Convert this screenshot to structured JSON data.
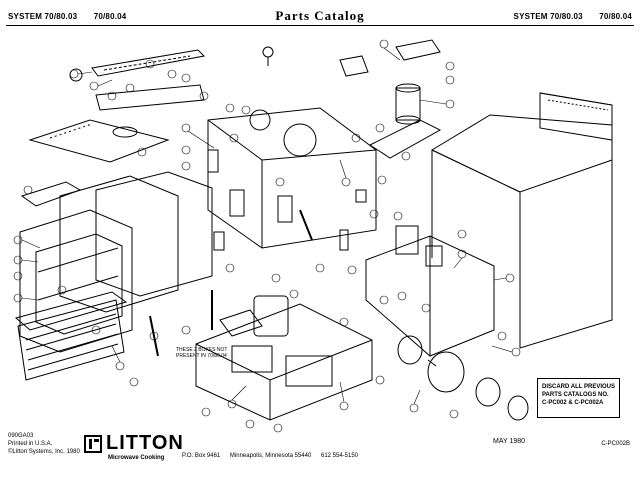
{
  "header": {
    "system_left_a": "SYSTEM 70/80.03",
    "system_left_b": "70/80.04",
    "title": "Parts Catalog",
    "system_right_a": "SYSTEM 70/80.03",
    "system_right_b": "70/80.04"
  },
  "diagram": {
    "note_line1": "THESE 2 BOXES NOT",
    "note_line2": "PRESENT IN 70/80.04"
  },
  "discard_box": {
    "line1": "DISCARD ALL PREVIOUS",
    "line2": "PARTS CATALOGS NO.",
    "line3": "C-PC002 & C-PC002A"
  },
  "footer": {
    "doc_number": "090GA03",
    "printed": "Printed in U.S.A.",
    "copyright": "©Litton Systems, Inc. 1980",
    "brand": "LITTON",
    "brand_sub": "Microwave Cooking",
    "po_box": "P.O. Box 9461",
    "city": "Minneapolis, Minnesota 55440",
    "phone": "612 554-5150",
    "date": "MAY 1980",
    "catalog_code": "C-PC002B"
  }
}
